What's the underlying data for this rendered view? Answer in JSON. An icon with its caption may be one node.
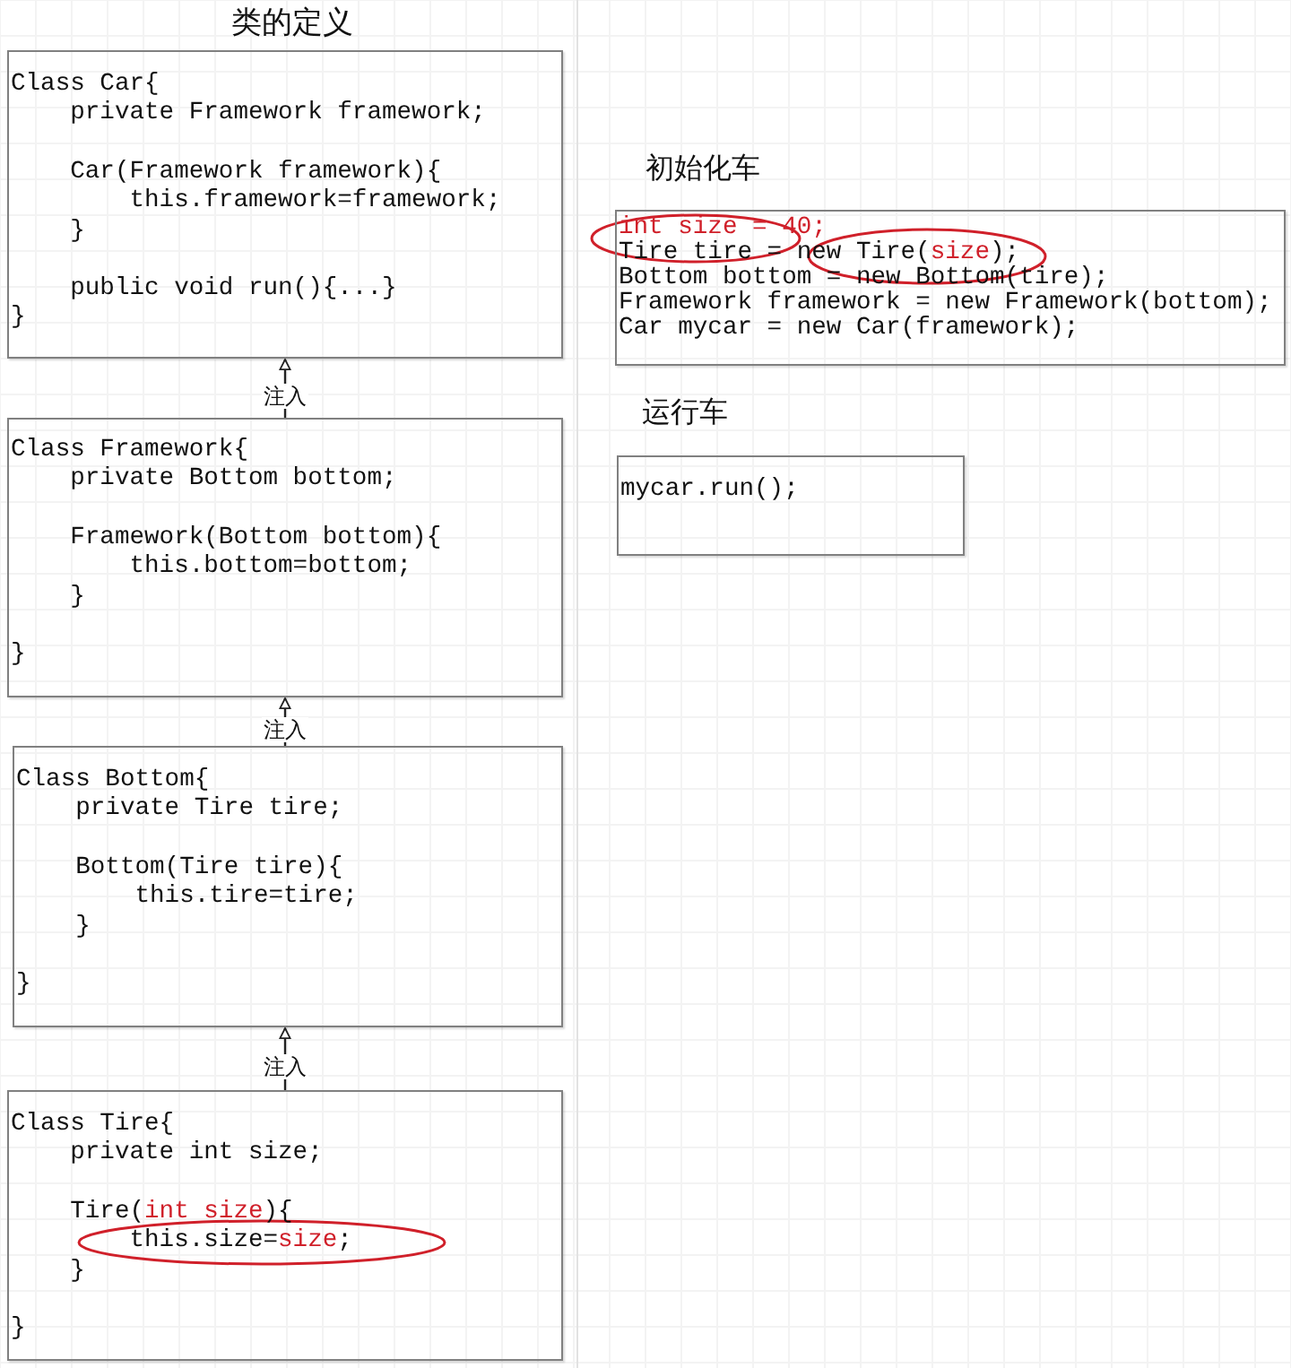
{
  "diagram": {
    "title": "类的定义",
    "nodes": [
      {
        "text": [
          "Class Car{",
          "    private Framework framework;",
          "    Car(Framework framework){",
          "        this.framework=framework;",
          "    }",
          "    public void run(){...}",
          "}"
        ]
      },
      {
        "text": [
          "Class Framework{",
          "    private Bottom bottom;",
          "    Framework(Bottom bottom){",
          "        this.bottom=bottom;",
          "    }",
          "}"
        ]
      },
      {
        "text": [
          "Class Bottom{",
          "    private Tire tire;",
          "    Bottom(Tire tire){",
          "        this.tire=tire;",
          "    }",
          "}"
        ]
      },
      {
        "text": [
          "Class Tire{",
          "    private int size;",
          "    Tire(",
          "int size",
          "){",
          "        this.size=",
          "size",
          ";",
          "    }",
          "}"
        ]
      },
      {
        "text": [
          "初始化车",
          "int size = 40;",
          "Tire tire = new Tire(",
          "size",
          ");",
          "Bottom bottom = new Bottom(tire);",
          "Framework framework = new Framework(bottom);",
          "Car mycar = new Car(framework);"
        ]
      },
      {
        "text": [
          "运行车",
          "mycar.run();"
        ]
      }
    ],
    "edges": [
      {
        "from": 1,
        "to": 0,
        "arrow": "to",
        "label": "注入"
      },
      {
        "from": 2,
        "to": 1,
        "arrow": "to",
        "label": "注入"
      },
      {
        "from": 3,
        "to": 2,
        "arrow": "to",
        "label": "注入"
      }
    ]
  }
}
